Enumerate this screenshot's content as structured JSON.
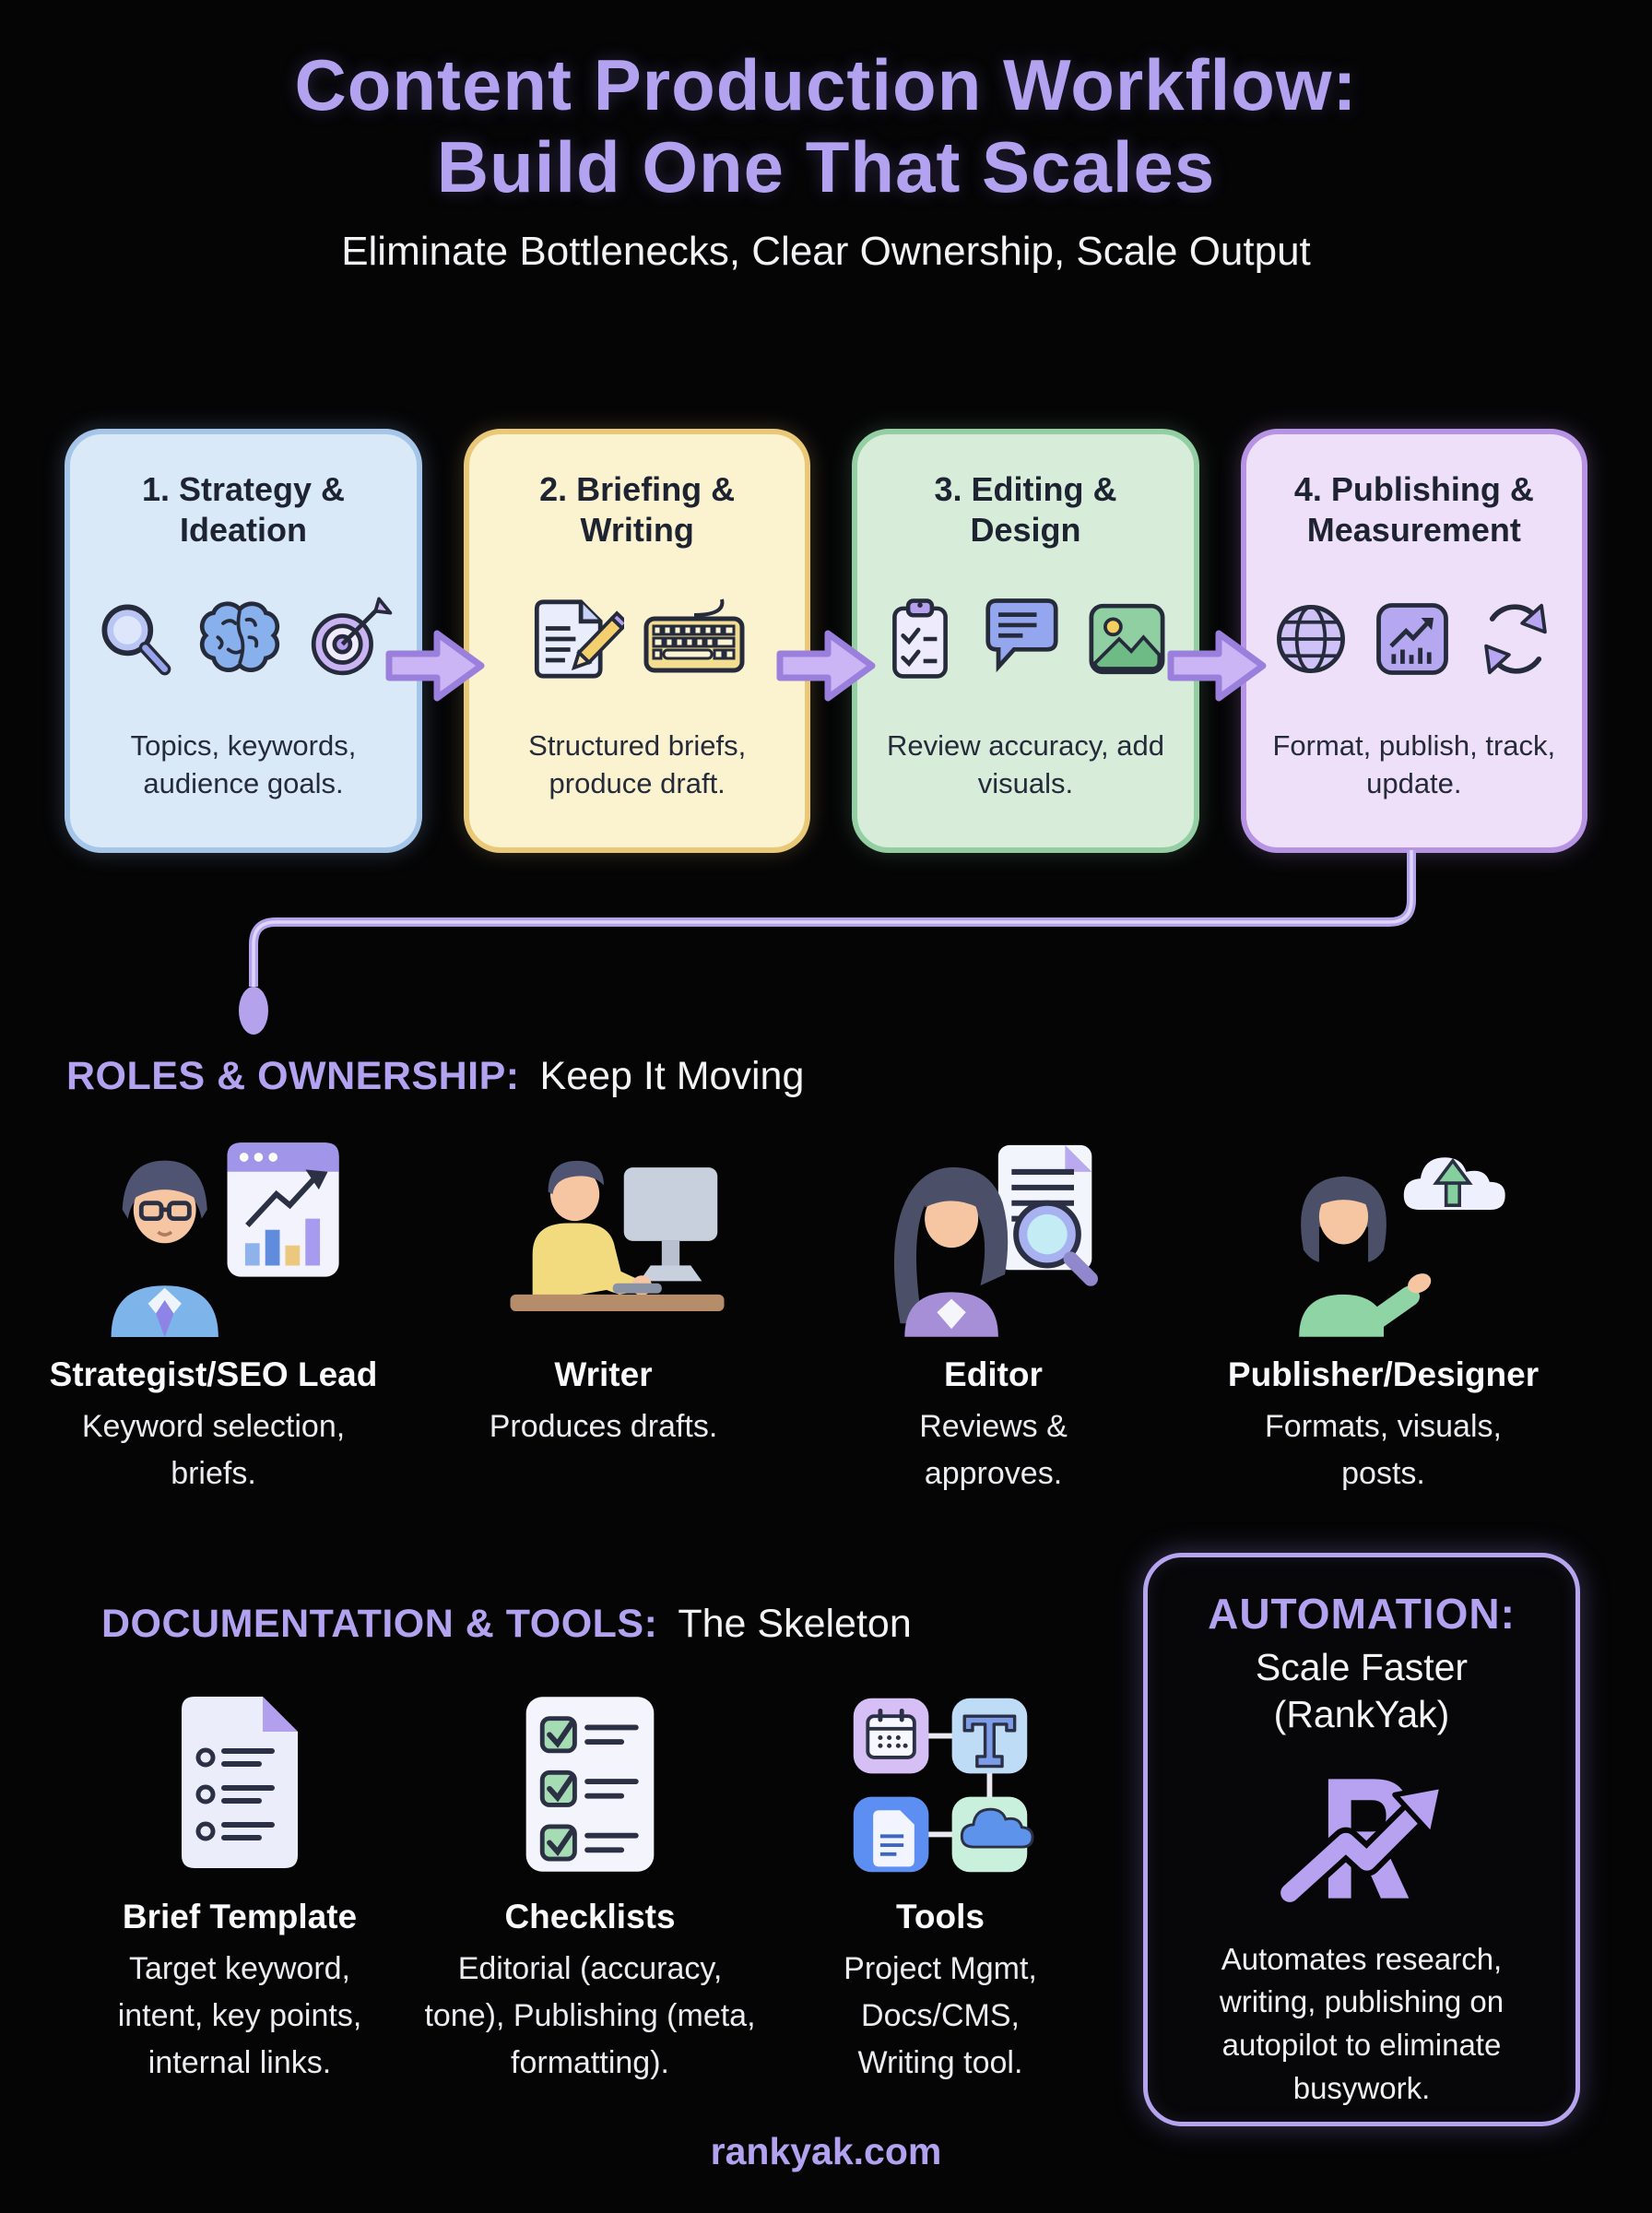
{
  "page": {
    "title_line1": "Content Production Workflow:",
    "title_line2": "Build One That Scales",
    "subtitle": "Eliminate Bottlenecks, Clear Ownership, Scale Output",
    "footer": "rankyak.com",
    "accent_color": "#b2a2f0",
    "background_color": "#050506"
  },
  "workflow_steps": [
    {
      "title": "1. Strategy & Ideation",
      "description": "Topics, keywords, audience goals.",
      "icons": [
        "magnifier-icon",
        "brain-icon",
        "target-icon"
      ],
      "bg": "#d9e9f8",
      "border": "#a5c6e8"
    },
    {
      "title": "2. Briefing & Writing",
      "description": "Structured briefs, produce draft.",
      "icons": [
        "document-pencil-icon",
        "keyboard-icon"
      ],
      "bg": "#fbf2cf",
      "border": "#e9c877"
    },
    {
      "title": "3. Editing & Design",
      "description": "Review accuracy, add visuals.",
      "icons": [
        "clipboard-check-icon",
        "comment-icon",
        "image-icon"
      ],
      "bg": "#d7edda",
      "border": "#94cfa4"
    },
    {
      "title": "4. Publishing & Measurement",
      "description": "Format, publish, track, update.",
      "icons": [
        "globe-icon",
        "chart-up-icon",
        "refresh-icon"
      ],
      "bg": "#eee0f8",
      "border": "#b794e3"
    }
  ],
  "roles_section": {
    "heading_strong": "ROLES & OWNERSHIP:",
    "heading_rest": "Keep It Moving",
    "roles": [
      {
        "name": "Strategist/SEO Lead",
        "description": "Keyword selection, briefs.",
        "icon": "strategist-illustration"
      },
      {
        "name": "Writer",
        "description": "Produces drafts.",
        "icon": "writer-illustration"
      },
      {
        "name": "Editor",
        "description": "Reviews & approves.",
        "icon": "editor-illustration"
      },
      {
        "name": "Publisher/Designer",
        "description": "Formats, visuals, posts.",
        "icon": "publisher-illustration"
      }
    ]
  },
  "docs_section": {
    "heading_strong": "DOCUMENTATION & TOOLS:",
    "heading_rest": "The Skeleton",
    "items": [
      {
        "title": "Brief Template",
        "description": "Target keyword, intent, key points, internal links.",
        "icon": "brief-template-icon"
      },
      {
        "title": "Checklists",
        "description": "Editorial (accuracy, tone), Publishing (meta, formatting).",
        "icon": "checklists-icon"
      },
      {
        "title": "Tools",
        "description": "Project Mgmt, Docs/CMS, Writing tool.",
        "icon": "tools-grid-icon"
      }
    ]
  },
  "automation": {
    "heading": "AUTOMATION:",
    "subheading": "Scale Faster (RankYak)",
    "description": "Automates research, writing, publishing on autopilot to eliminate busywork.",
    "logo": "rankyak-logo"
  }
}
